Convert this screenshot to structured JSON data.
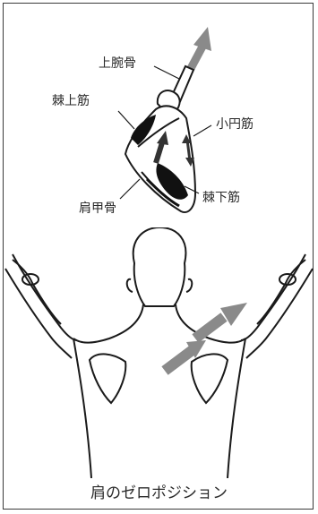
{
  "labels": {
    "humerus": "上腕骨",
    "supraspinatus": "棘上筋",
    "teres_minor": "小円筋",
    "scapula": "肩甲骨",
    "infraspinatus": "棘下筋"
  },
  "caption": "肩のゼロポジション",
  "colors": {
    "arrow": "#8a8a8a",
    "outline": "#1a1a1a",
    "frame": "#3a3a3a"
  }
}
